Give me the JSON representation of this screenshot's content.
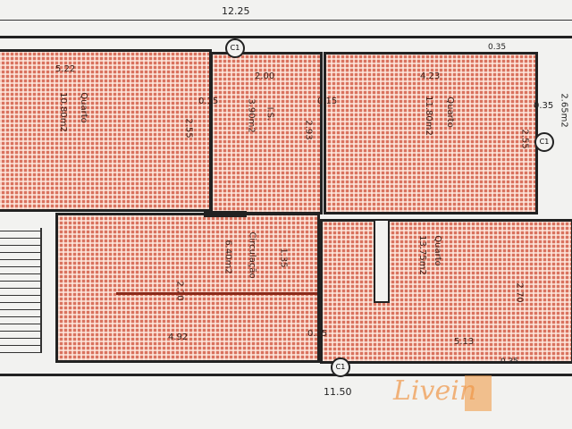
{
  "plan": {
    "dimensions": {
      "top_width": "12.25",
      "bottom_width": "11.50",
      "side_top": "0.35",
      "side_bottom": "0.35",
      "right_mid": "0.35",
      "right_area": "2.65m2"
    },
    "markers": [
      "C1",
      "C1",
      "C1"
    ],
    "rooms": [
      {
        "name": "Quarto",
        "area": "10.80m2",
        "dims": [
          "5.22",
          "2.55",
          "0.15"
        ]
      },
      {
        "name": "I.S.",
        "area": "3.90m2",
        "dims": [
          "2.00",
          "2.93",
          "0.15"
        ]
      },
      {
        "name": "Quarto",
        "area": "11.80m2",
        "dims": [
          "4.23",
          "2.55"
        ]
      },
      {
        "name": "Circulação",
        "area": "6.40m2",
        "dims": [
          "1.35",
          "2.70",
          "4.92",
          "0.15"
        ]
      },
      {
        "name": "Quarto",
        "area": "13.75m2",
        "dims": [
          "2.70",
          "5.13"
        ]
      }
    ],
    "watermark": "Livein",
    "colors": {
      "fill": "#d9725e",
      "wall": "#222222",
      "background": "#f2f2f0"
    }
  }
}
